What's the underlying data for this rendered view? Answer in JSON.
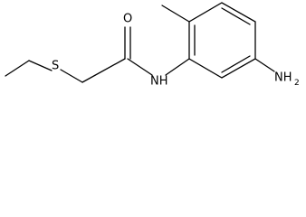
{
  "molecule": {
    "atoms": {
      "sulfur": "S",
      "oxygen": "O",
      "amide_nh": "NH",
      "amine": "NH",
      "amine_subscript": "2"
    }
  }
}
